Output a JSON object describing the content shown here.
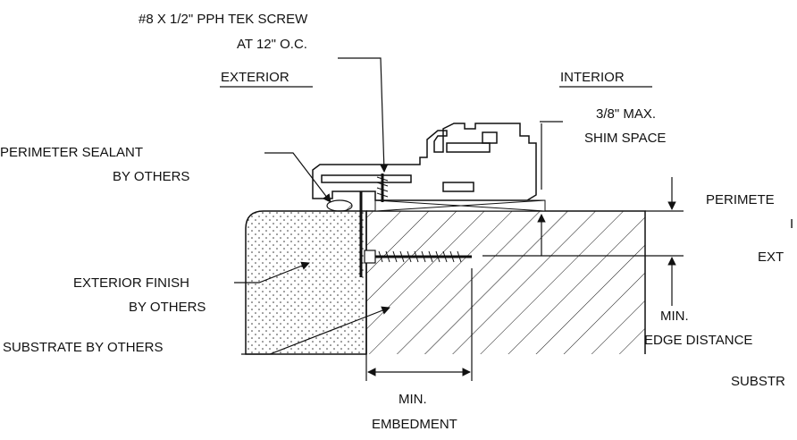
{
  "labels": {
    "screw_line1": "#8 X 1/2\" PPH TEK SCREW",
    "screw_line2": "AT 12\" O.C.",
    "exterior": "EXTERIOR",
    "interior": "INTERIOR",
    "shim_line1": "3/8\" MAX.",
    "shim_line2": "SHIM SPACE",
    "sealant_line1": "PERIMETER SEALANT",
    "sealant_line2": "BY OTHERS",
    "right_sealant_line1": "PERIMETE",
    "right_sealant_line2": "I",
    "right_ext": "EXT",
    "finish_line1": "EXTERIOR FINISH",
    "finish_line2": "BY OTHERS",
    "substrate": "SUBSTRATE BY OTHERS",
    "edge_line1": "MIN.",
    "edge_line2": "EDGE DISTANCE",
    "embed_line1": "MIN.",
    "embed_line2": "EMBEDMENT",
    "right_substrate": "SUBSTR"
  },
  "colors": {
    "line": "#111111",
    "fill": "#ffffff"
  }
}
